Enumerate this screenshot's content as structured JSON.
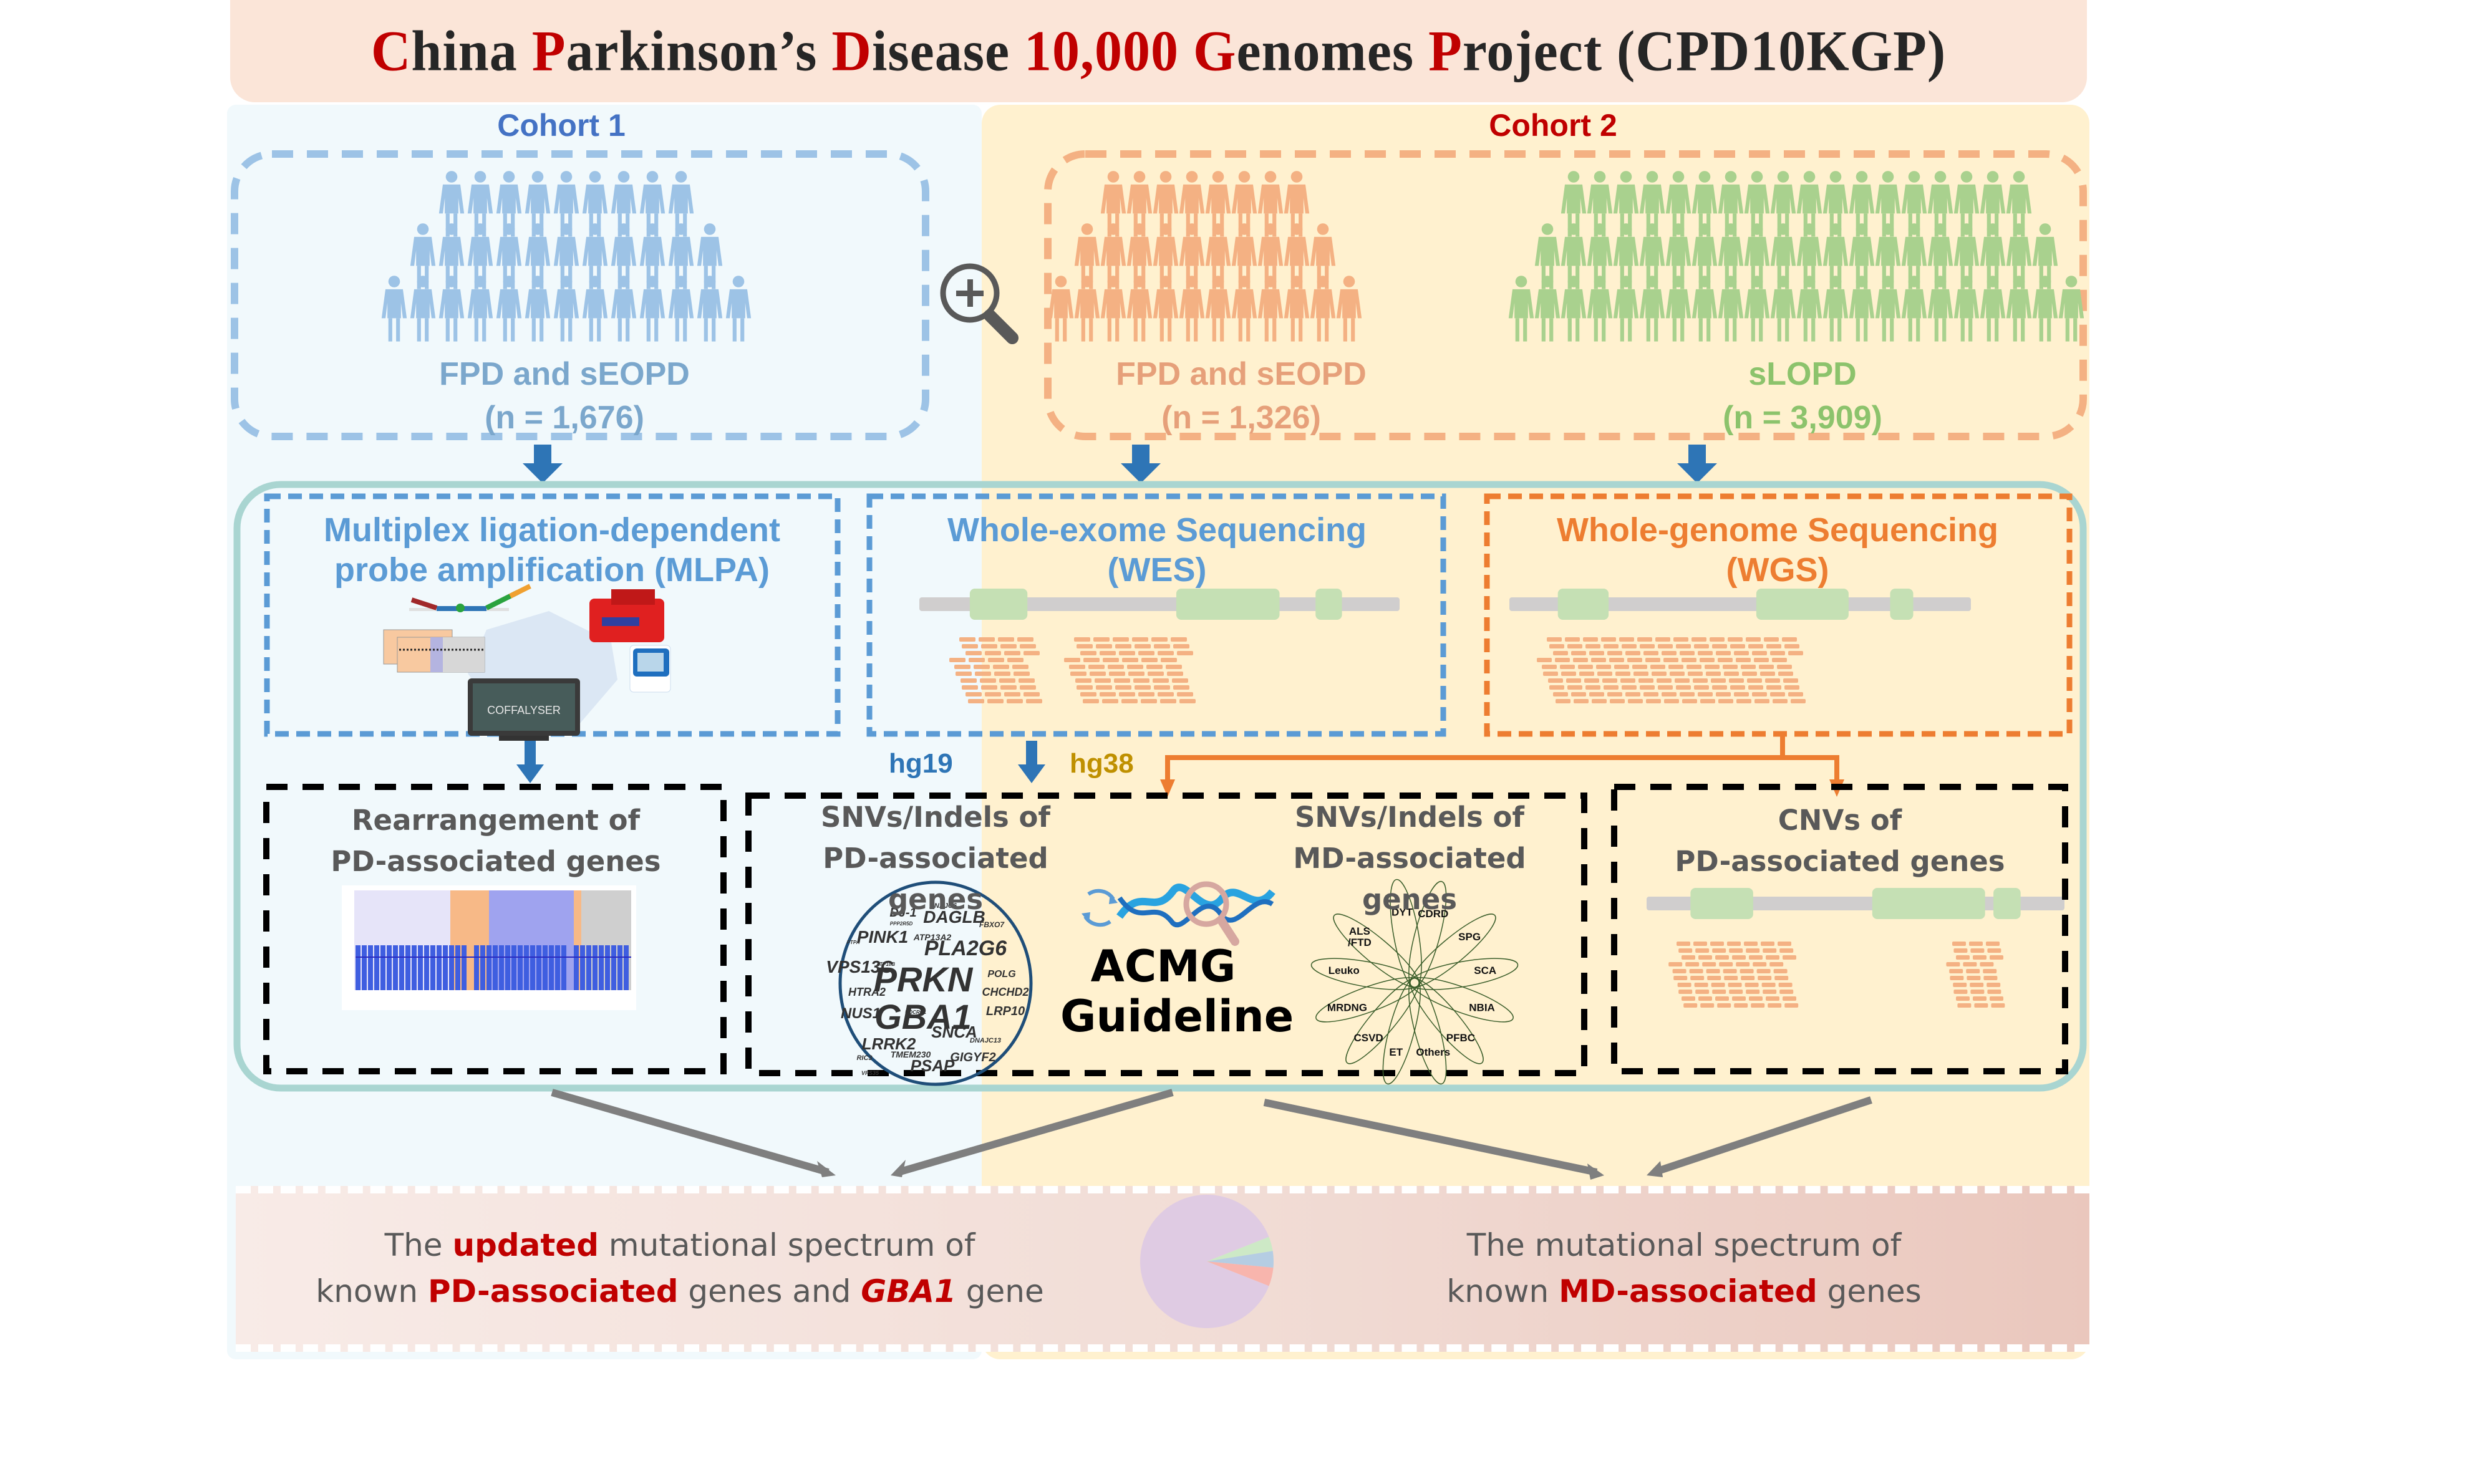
{
  "title": {
    "segments": [
      {
        "text": "C",
        "accent": true
      },
      {
        "text": "hina ",
        "accent": false
      },
      {
        "text": "P",
        "accent": true
      },
      {
        "text": "arkinson’s ",
        "accent": false
      },
      {
        "text": "D",
        "accent": true
      },
      {
        "text": "isease ",
        "accent": false
      },
      {
        "text": "10,000 ",
        "accent": true
      },
      {
        "text": "G",
        "accent": true
      },
      {
        "text": "enomes ",
        "accent": false
      },
      {
        "text": "P",
        "accent": true
      },
      {
        "text": "roject (CPD10KGP)",
        "accent": false
      }
    ]
  },
  "colors": {
    "accent_red": "#c00000",
    "cohort1_blue": "#4472c4",
    "cohort1_people": "#9dc3e6",
    "cohort2_red": "#c00000",
    "cohort2_people_orange": "#f4b183",
    "cohort2_people_green": "#a9d18e",
    "wes_blue": "#5b9bd5",
    "wgs_orange": "#ed7d31",
    "teal_border": "#a9d5d1",
    "hg19": "#2e75b6",
    "hg38": "#bf9000",
    "arrow_gray": "#7f7f7f"
  },
  "cohort1": {
    "label": "Cohort 1",
    "group": {
      "name": "FPD and sEOPD",
      "n": "(n = 1,676)",
      "people_rows": [
        9,
        11,
        13
      ]
    }
  },
  "cohort2": {
    "label": "Cohort 2",
    "groups": [
      {
        "name": "FPD and sEOPD",
        "n": "(n = 1,326)",
        "people_rows": [
          8,
          10,
          12
        ]
      },
      {
        "name": "sLOPD",
        "n": "(n = 3,909)",
        "people_rows": [
          18,
          20,
          22
        ]
      }
    ]
  },
  "magnifier_icon": "zoom-in-icon",
  "methods": {
    "mlpa": {
      "title_line1": "Multiplex ligation-dependent",
      "title_line2": "probe amplification (MLPA)",
      "software_label": "COFFALYSER"
    },
    "wes": {
      "title_line1": "Whole-exome Sequencing",
      "title_line2": "(WES)"
    },
    "wgs": {
      "title_line1": "Whole-genome Sequencing",
      "title_line2": "(WGS)"
    }
  },
  "references": {
    "hg19": "hg19",
    "hg38": "hg38"
  },
  "outputs": {
    "rearrangement": {
      "line1": "Rearrangement of",
      "line2": "PD-associated genes"
    },
    "snv_pd": {
      "line1": "SNVs/Indels of",
      "line2": "PD-associated genes",
      "genes": [
        {
          "t": "PRKN",
          "s": 3
        },
        {
          "t": "GBA1",
          "s": 3
        },
        {
          "t": "PLA2G6",
          "s": 2
        },
        {
          "t": "VPS13C",
          "s": 2
        },
        {
          "t": "PINK1",
          "s": 2
        },
        {
          "t": "DAGLB",
          "s": 2
        },
        {
          "t": "LRRK2",
          "s": 2
        },
        {
          "t": "SNCA",
          "s": 2
        },
        {
          "t": "NUS1",
          "s": 2
        },
        {
          "t": "PSAP",
          "s": 2
        },
        {
          "t": "DJ-1",
          "s": 1
        },
        {
          "t": "GIGYF2",
          "s": 1
        },
        {
          "t": "HTRA2",
          "s": 1
        },
        {
          "t": "CHCHD2",
          "s": 1
        },
        {
          "t": "LRP10",
          "s": 1
        },
        {
          "t": "POLG",
          "s": 1
        },
        {
          "t": "TMEM230",
          "s": 1
        },
        {
          "t": "ATP13A2",
          "s": 1
        },
        {
          "t": "FBXO7",
          "s": 0
        },
        {
          "t": "DNAJC6",
          "s": 0
        },
        {
          "t": "DNAJC13",
          "s": 0
        },
        {
          "t": "RIC3",
          "s": 0
        },
        {
          "t": "VPS35",
          "s": 0
        },
        {
          "t": "PTPA",
          "s": 0
        },
        {
          "t": "ATP10B",
          "s": 0
        },
        {
          "t": "PPP2R5D",
          "s": 0
        },
        {
          "t": "UQCRC1",
          "s": 0
        }
      ]
    },
    "acmg": {
      "line1": "ACMG",
      "line2": "Guideline"
    },
    "snv_md": {
      "line1": "SNVs/Indels of",
      "line2": "MD-associated genes",
      "categories": [
        "DYT",
        "CDRD",
        "SPG",
        "SCA",
        "NBIA",
        "PFBC",
        "Others",
        "ET",
        "CSVD",
        "MRDNG",
        "Leuko",
        "ALS\n/FTD"
      ]
    },
    "cnv": {
      "line1": "CNVs of",
      "line2": "PD-associated genes"
    }
  },
  "summary": {
    "left": {
      "pre": "The ",
      "hl1": "updated",
      "mid": " mutational spectrum of",
      "line2_pre": "known ",
      "hl2": "PD-associated",
      "line2_mid": " genes and ",
      "hl3": "GBA1",
      "line2_end": " gene"
    },
    "right": {
      "line1": "The mutational spectrum of",
      "line2_pre": "known ",
      "hl": "MD-associated",
      "line2_end": " genes"
    },
    "pie": {
      "slices": [
        {
          "name": "major",
          "fraction": 0.88,
          "color": "#dfcbe3"
        },
        {
          "name": "green",
          "fraction": 0.035,
          "color": "#cde9c6"
        },
        {
          "name": "blue",
          "fraction": 0.04,
          "color": "#b5cde3"
        },
        {
          "name": "red",
          "fraction": 0.045,
          "color": "#f8b5ad"
        }
      ]
    }
  }
}
